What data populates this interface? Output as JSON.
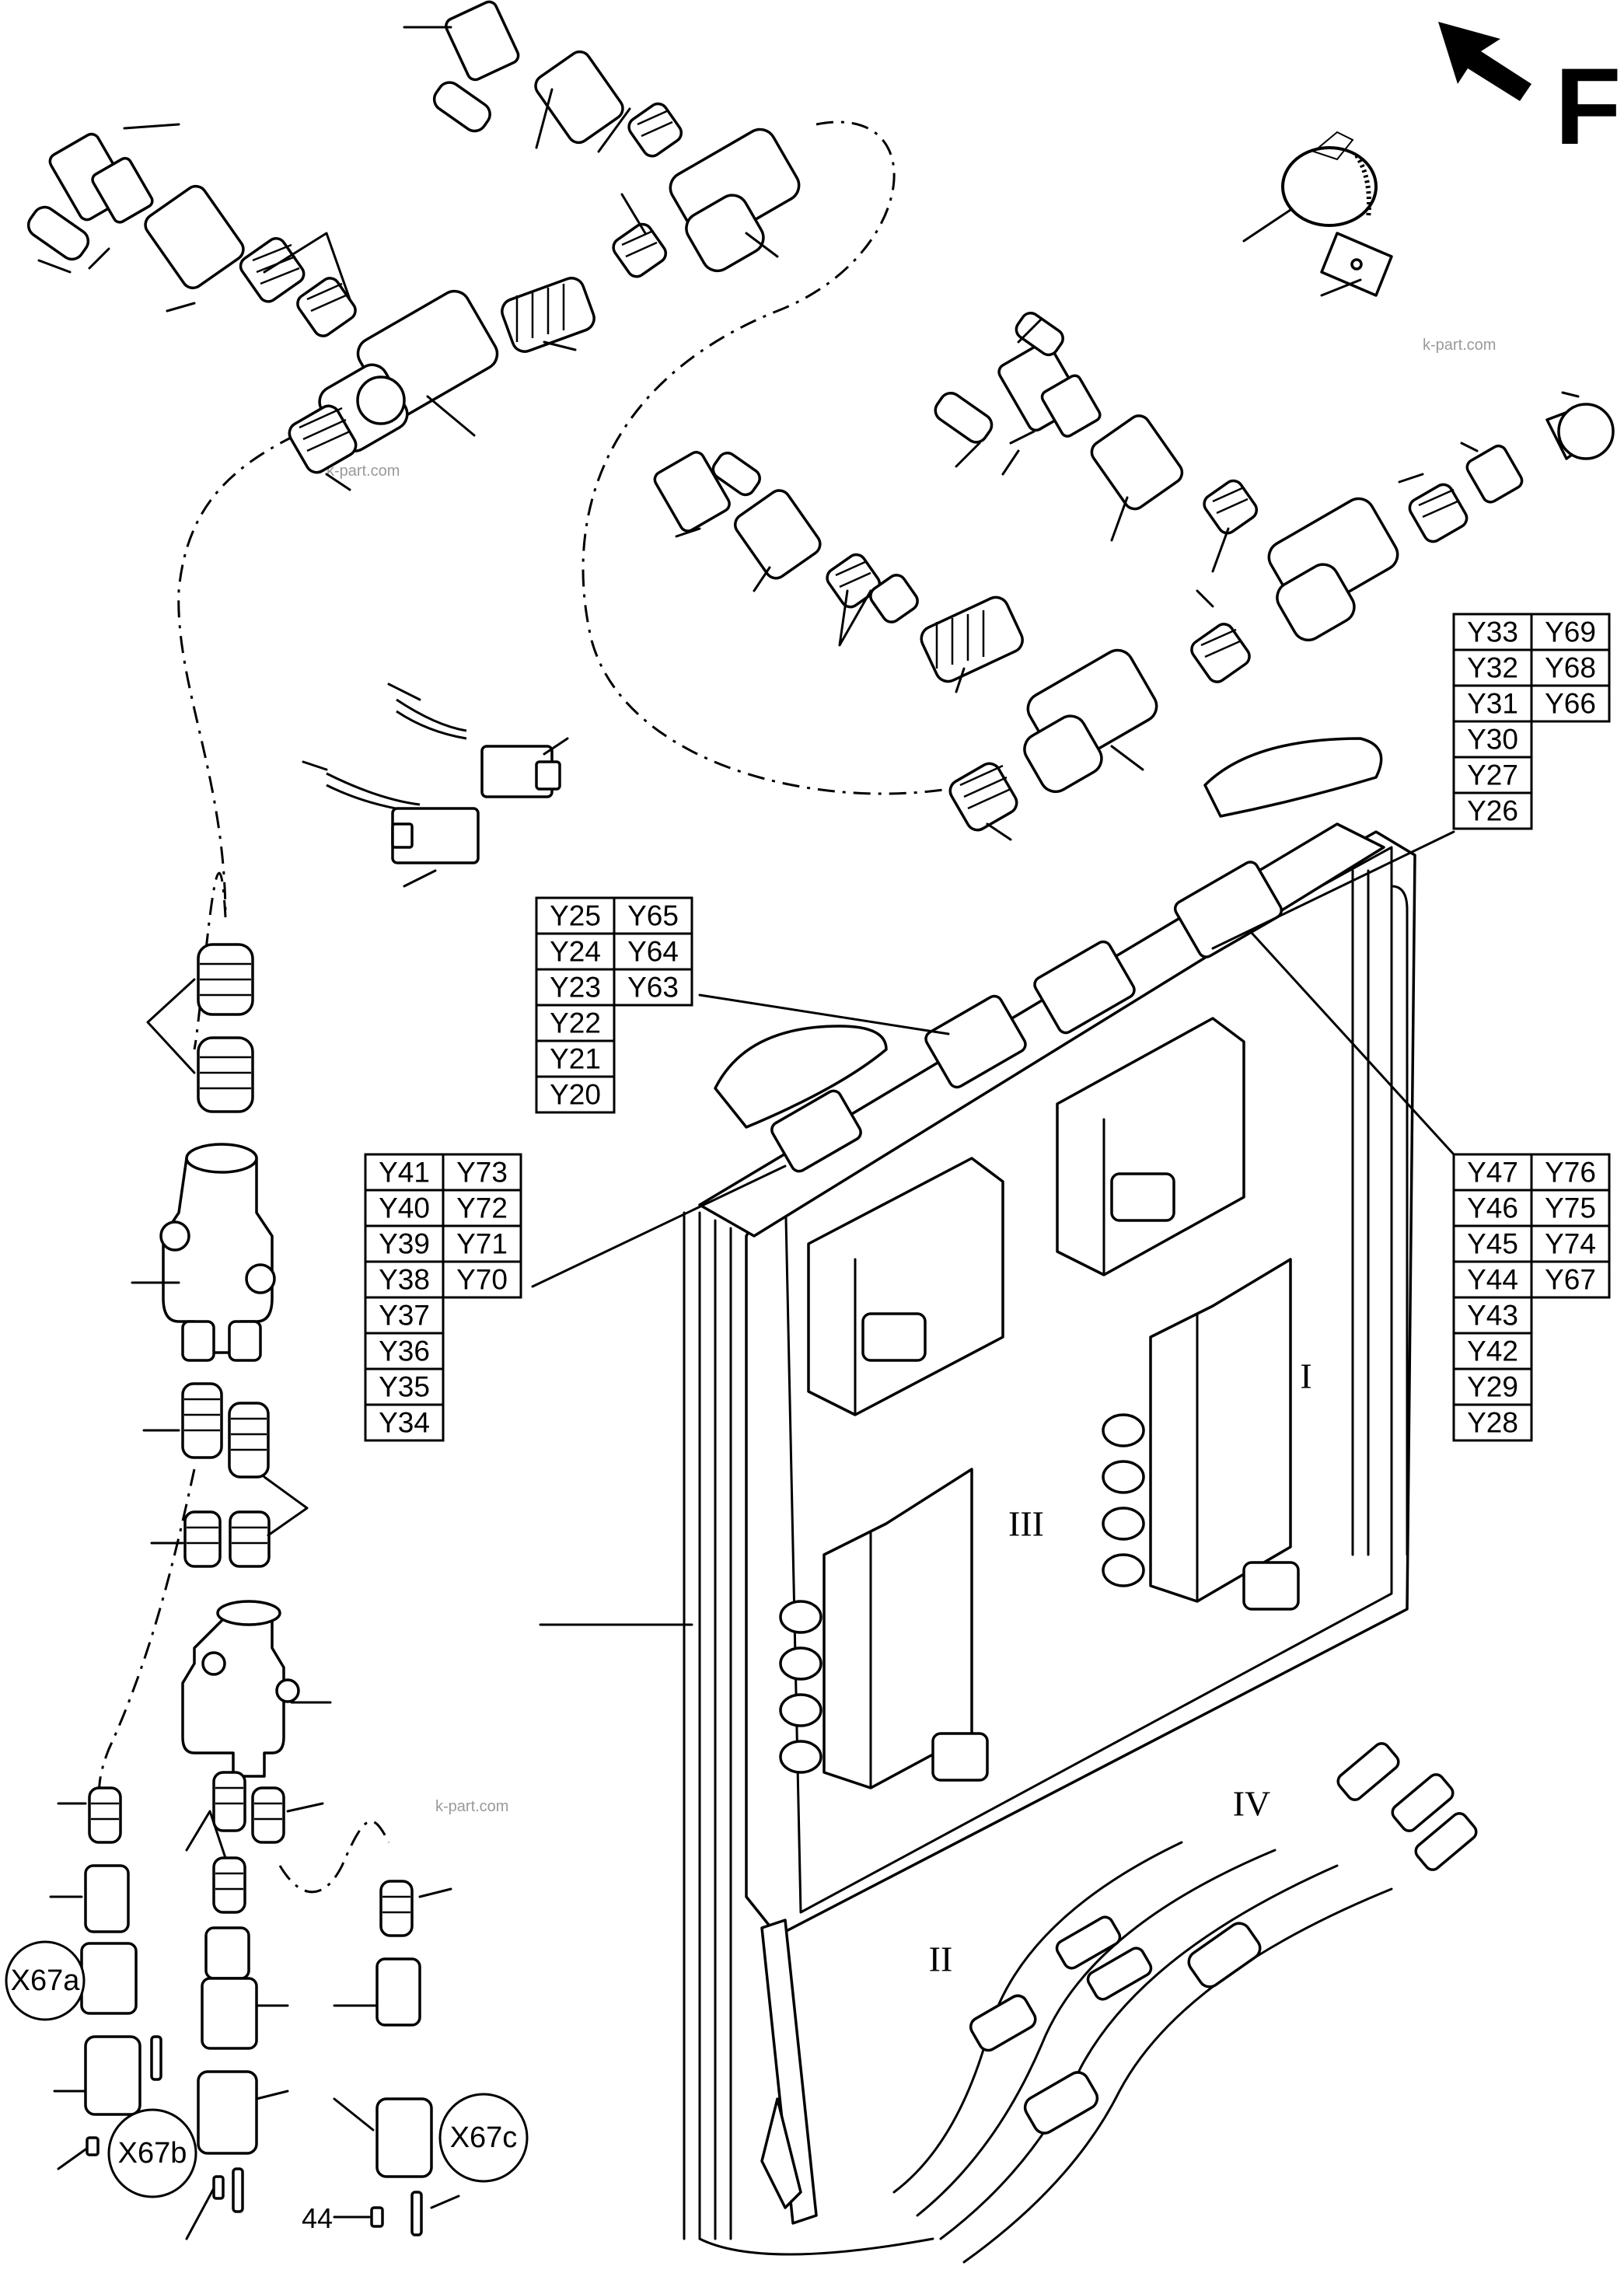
{
  "direction_label": "F",
  "watermark": "k-part.com",
  "tables": {
    "top_right": [
      [
        "Y33",
        "Y69"
      ],
      [
        "Y32",
        "Y68"
      ],
      [
        "Y31",
        "Y66"
      ],
      [
        "Y30",
        ""
      ],
      [
        "Y27",
        ""
      ],
      [
        "Y26",
        ""
      ]
    ],
    "middle": [
      [
        "Y25",
        "Y65"
      ],
      [
        "Y24",
        "Y64"
      ],
      [
        "Y23",
        "Y63"
      ],
      [
        "Y22",
        ""
      ],
      [
        "Y21",
        ""
      ],
      [
        "Y20",
        ""
      ]
    ],
    "left": [
      [
        "Y41",
        "Y73"
      ],
      [
        "Y40",
        "Y72"
      ],
      [
        "Y39",
        "Y71"
      ],
      [
        "Y38",
        "Y70"
      ],
      [
        "Y37",
        ""
      ],
      [
        "Y36",
        ""
      ],
      [
        "Y35",
        ""
      ],
      [
        "Y34",
        ""
      ]
    ],
    "right": [
      [
        "Y47",
        "Y76"
      ],
      [
        "Y46",
        "Y75"
      ],
      [
        "Y45",
        "Y74"
      ],
      [
        "Y44",
        "Y67"
      ],
      [
        "Y43",
        ""
      ],
      [
        "Y42",
        ""
      ],
      [
        "Y29",
        ""
      ],
      [
        "Y28",
        ""
      ]
    ]
  },
  "callouts": {
    "x67a": "X67a",
    "x67b": "X67b",
    "x67c": "X67c"
  },
  "roman_labels": {
    "i": "I",
    "ii": "II",
    "iii": "III",
    "iv": "IV"
  },
  "part_number": "44"
}
